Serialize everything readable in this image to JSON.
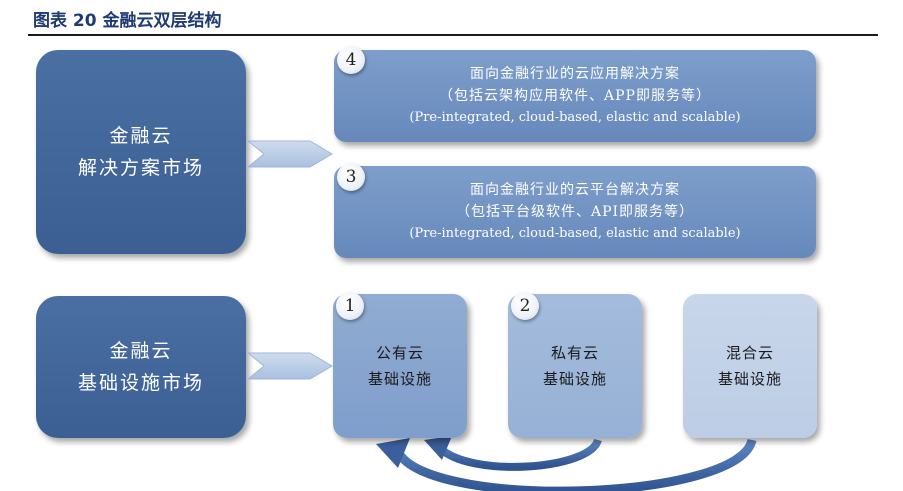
{
  "figure_title": "图表 20 金融云双层结构",
  "top_left_box": {
    "line1": "金融云",
    "line2": "解决方案市场"
  },
  "bottom_left_box": {
    "line1": "金融云",
    "line2": "基础设施市场"
  },
  "app_box": {
    "number": "4",
    "line1": "面向金融行业的云应用解决方案",
    "line2": "（包括云架构应用软件、APP即服务等）",
    "line3": "(Pre-integrated, cloud-based, elastic and scalable)"
  },
  "platform_box": {
    "number": "3",
    "line1": "面向金融行业的云平台解决方案",
    "line2": "（包括平台级软件、API即服务等）",
    "line3": "(Pre-integrated, cloud-based, elastic and scalable)"
  },
  "public_cloud": {
    "number": "1",
    "line1": "公有云",
    "line2": "基础设施"
  },
  "private_cloud": {
    "number": "2",
    "line1": "私有云",
    "line2": "基础设施"
  },
  "hybrid_cloud": {
    "line1": "混合云",
    "line2": "基础设施"
  },
  "colors": {
    "title_blue": "#1f3b73",
    "dark_box": "#3b5f93",
    "mid_box": "#6688bb",
    "arrow_blue": "#3f66a8"
  }
}
